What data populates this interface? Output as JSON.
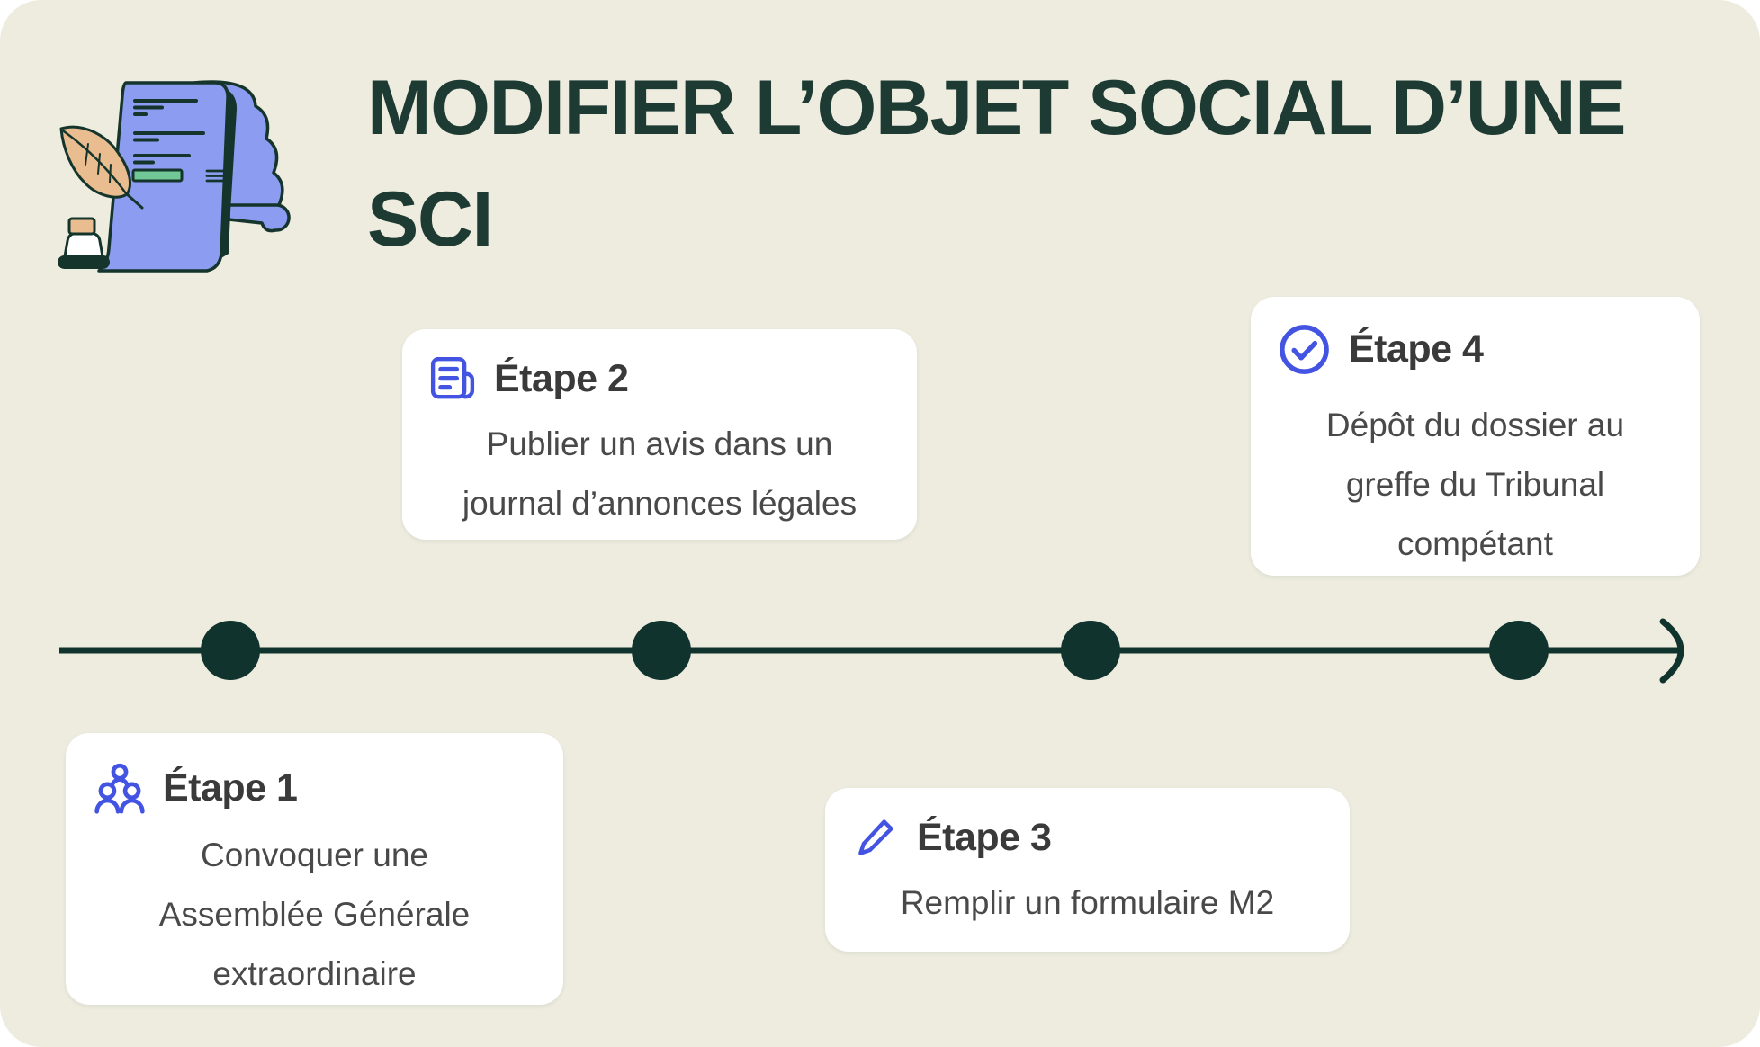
{
  "title": {
    "line1": "MODIFIER L’OBJET SOCIAL D’UNE",
    "line2": "SCI"
  },
  "steps": [
    {
      "label": "Étape 1",
      "icon": "people-group-icon",
      "lines": [
        "Convoquer une",
        "Assemblée Générale",
        "extraordinaire"
      ]
    },
    {
      "label": "Étape 2",
      "icon": "newspaper-icon",
      "lines": [
        "Publier un avis dans un",
        "journal d’annonces légales"
      ]
    },
    {
      "label": "Étape 3",
      "icon": "pencil-icon",
      "lines": [
        "Remplir un formulaire M2"
      ]
    },
    {
      "label": "Étape 4",
      "icon": "check-circle-icon",
      "lines": [
        "Dépôt du dossier au",
        "greffe du Tribunal",
        "compétant"
      ]
    }
  ],
  "timeline": {
    "dot_count": 4,
    "direction": "left-to-right"
  },
  "colors": {
    "panel_background": "#edecdf",
    "card_background": "#ffffff",
    "title_green": "#1d3a33",
    "timeline_dark": "#11332d",
    "accent_blue": "#4353e2",
    "step_title_text": "#3a3a3a",
    "step_body_text": "#494949",
    "illustration_periwinkle": "#8b9cf1",
    "illustration_green": "#72c796",
    "illustration_tan": "#e9bd90",
    "illustration_outline": "#14342c"
  }
}
